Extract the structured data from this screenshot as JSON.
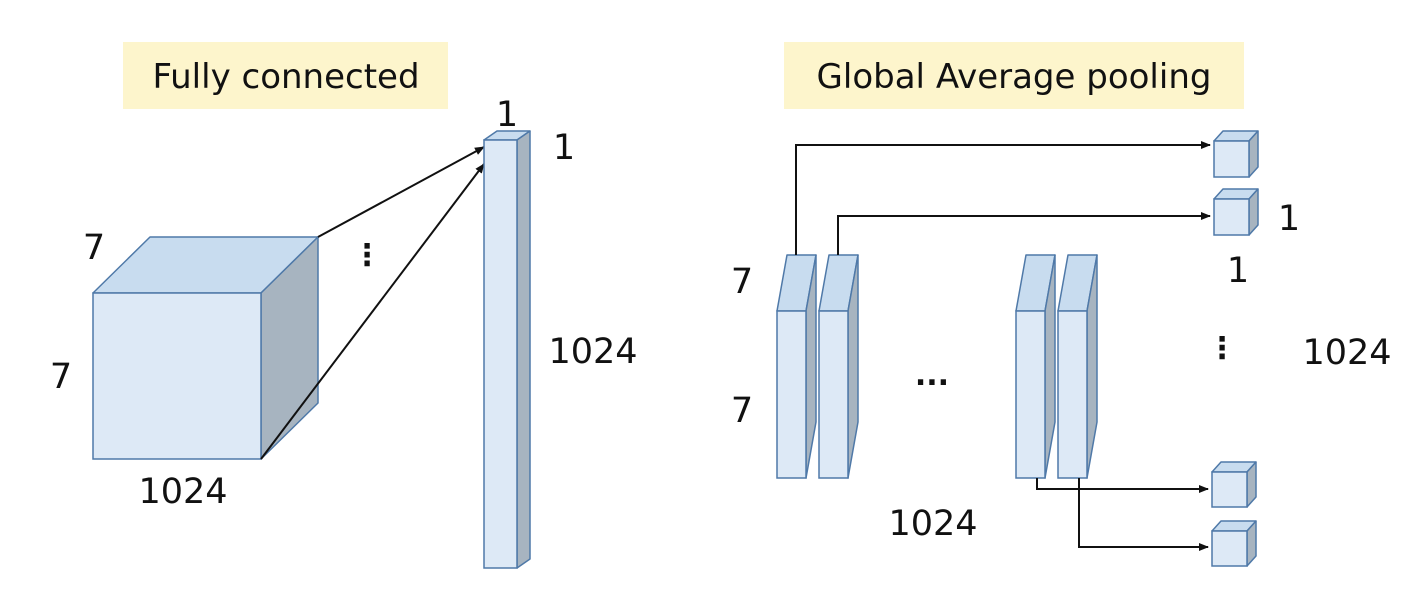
{
  "colors": {
    "face_front": "#dde9f6",
    "face_top": "#c8dcef",
    "face_side": "#a7b4c0",
    "edge": "#4f79a8",
    "title_bg": "#fdf5cc",
    "arrow": "#111111"
  },
  "left_panel": {
    "title": "Fully connected",
    "cube_depth_label": "7",
    "cube_height_label": "7",
    "cube_width_label": "1024",
    "vector_top_label": "1",
    "vector_side_label": "1",
    "vector_length_label": "1024",
    "ellipsis": "⋮"
  },
  "right_panel": {
    "title": "Global Average pooling",
    "map_height_label": "7",
    "map_width_label": "7",
    "channels_label": "1024",
    "maps_ellipsis": "...",
    "output_side_label": "1",
    "output_bottom_label": "1",
    "output_ellipsis": "⋮",
    "output_count_label": "1024"
  }
}
